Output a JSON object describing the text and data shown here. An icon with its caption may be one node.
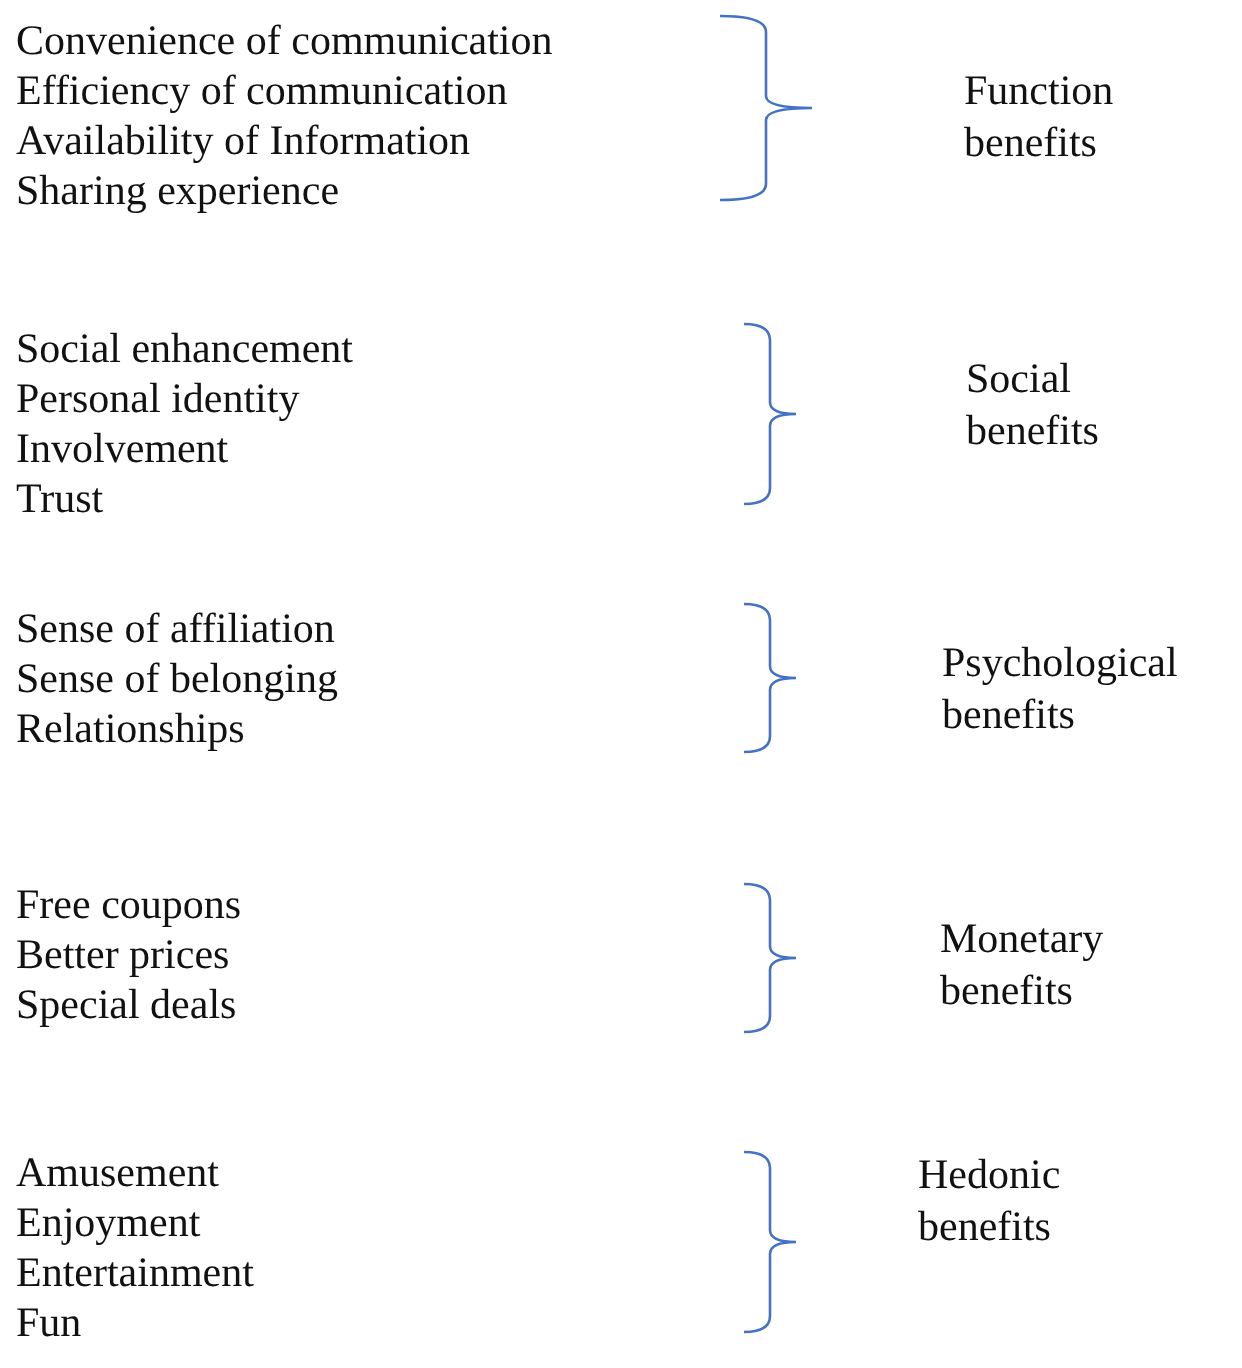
{
  "diagram": {
    "labels": [
      "Convenience of communication",
      "Efficiency of communication",
      "Availability of Information",
      "Sharing experience",
      "Function benefits",
      "Social enhancement",
      "Personal identity",
      "Involvement",
      "Trust",
      "Social benefits",
      "Sense of affiliation",
      "Sense of belonging",
      "Relationships",
      "Psychological benefits",
      "Free coupons",
      "Better prices",
      "Special deals",
      "Monetary benefits",
      "Amusement",
      "Enjoyment",
      "Entertainment",
      "Fun",
      "Hedonic benefits"
    ]
  }
}
